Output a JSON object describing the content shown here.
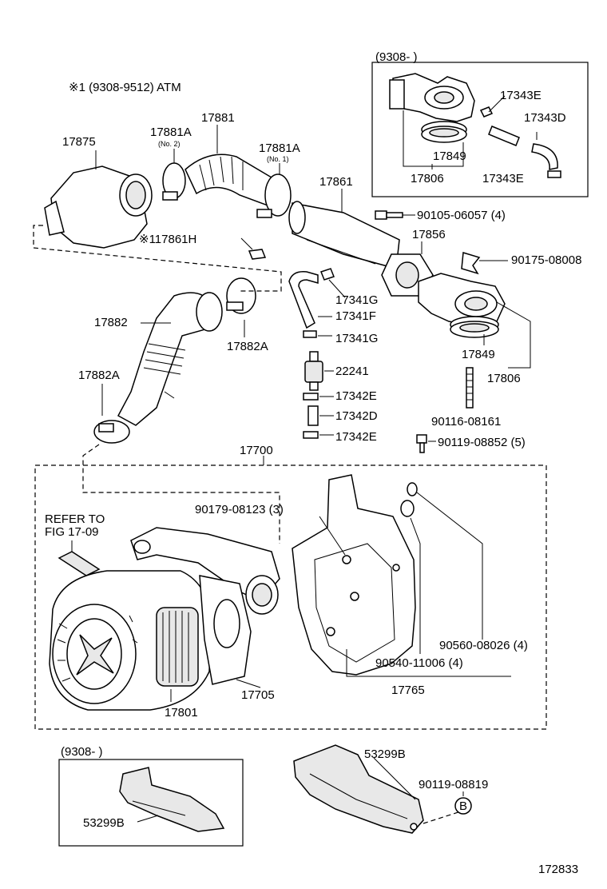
{
  "header": {
    "note": "※1 (9308-9512) ATM"
  },
  "insets": {
    "top_right": "(9308-      )",
    "bottom_left": "(9308-      )"
  },
  "refer": {
    "line1": "REFER TO",
    "line2": "FIG 17-09"
  },
  "sub_labels": {
    "no2": "(No. 2)",
    "no1": "(No. 1)"
  },
  "circle_label": "B",
  "labels": {
    "p17875": "17875",
    "p17881": "17881",
    "p17881a_2": "17881A",
    "p17881a_1": "17881A",
    "p17861": "17861",
    "p17861h": "※117861H",
    "p17882": "17882",
    "p17882a_1": "17882A",
    "p17882a_2": "17882A",
    "p17341g_1": "17341G",
    "p17341f": "17341F",
    "p17341g_2": "17341G",
    "p22241": "22241",
    "p17342e_1": "17342E",
    "p17342d": "17342D",
    "p17342e_2": "17342E",
    "p90105": "90105-06057 (4)",
    "p17856": "17856",
    "p90175": "90175-08008",
    "p17849_main": "17849",
    "p17806_main": "17806",
    "p90116": "90116-08161",
    "p90119_a": "90119-08852 (5)",
    "p17343e_1": "17343E",
    "p17343d": "17343D",
    "p17849_inset": "17849",
    "p17806_inset": "17806",
    "p17343e_2": "17343E",
    "p17700": "17700",
    "p90179": "90179-08123 (3)",
    "p90560": "90560-08026 (4)",
    "p90540": "90540-11006 (4)",
    "p17765": "17765",
    "p17705": "17705",
    "p17801": "17801",
    "p53299b_1": "53299B",
    "p53299b_2": "53299B",
    "p90119_b": "90119-08819",
    "fig_number": "172833"
  }
}
